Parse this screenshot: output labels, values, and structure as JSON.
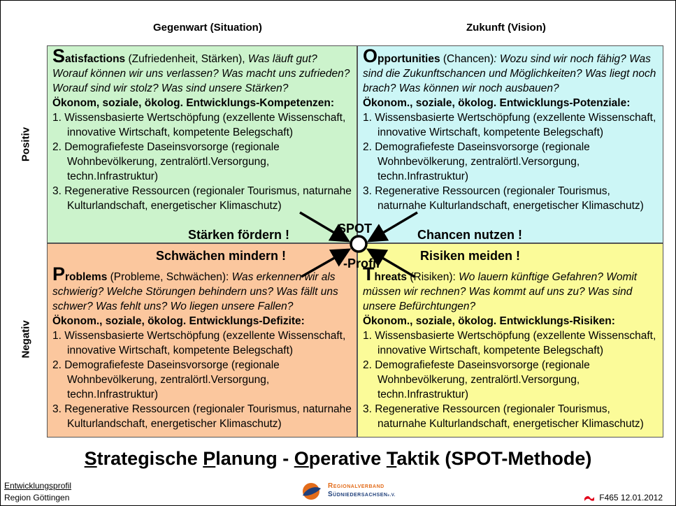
{
  "headers": {
    "left": "Gegenwart (Situation)",
    "right": "Zukunft (Vision)"
  },
  "axes": {
    "top": "Positiv",
    "bottom": "Negativ"
  },
  "satisfactions": {
    "letter": "S",
    "word_rest": "atisfactions",
    "paren": " (Zufriedenheit, Stärken), ",
    "questions": "Was läuft gut? Worauf können wir uns verlassen? Was macht uns zufrieden? Worauf sind wir stolz? Was sind unsere Stärken?",
    "heading": "Ökonom, soziale, ökolog. Entwicklungs-Kompetenzen:",
    "items": [
      "1. Wissensbasierte Wertschöpfung (exzellente Wissenschaft, innovative Wirtschaft, kompetente Belegschaft)",
      "2. Demografiefeste Daseinsvorsorge (regionale Wohnbevölkerung, zentralörtl.Versorgung, techn.Infrastruktur)",
      "3. Regenerative Ressourcen (regionaler Tourismus, naturnahe Kulturlandschaft, energetischer Klimaschutz)"
    ]
  },
  "opportunities": {
    "letter": "O",
    "word_rest": "pportunities",
    "paren": " (Chancen)",
    "questions": ": Wozu sind wir noch fähig? Was sind die Zukunftschancen und Möglichkeiten? Was liegt noch brach? Was können wir noch ausbauen?",
    "heading": "Ökonom., soziale, ökolog. Entwicklungs-Potenziale:",
    "items": [
      "1. Wissensbasierte Wertschöpfung (exzellente Wissenschaft, innovative Wirtschaft, kompetente Belegschaft)",
      "2. Demografiefeste Daseinsvorsorge (regionale Wohnbevölkerung, zentralörtl.Versorgung, techn.Infrastruktur)",
      "3. Regenerative Ressourcen (regionaler Tourismus, naturnahe Kulturlandschaft, energetischer Klimaschutz)"
    ]
  },
  "problems": {
    "letter": "P",
    "word_rest": "roblems",
    "paren": " (Probleme, Schwächen): ",
    "questions": "Was erkennen wir als schwierig? Welche Störungen behindern uns? Was fällt uns schwer? Was fehlt uns? Wo liegen unsere Fallen?",
    "heading": "Ökonom., soziale, ökolog. Entwicklungs-Defizite:",
    "items": [
      "1. Wissensbasierte Wertschöpfung (exzellente Wissenschaft, innovative Wirtschaft, kompetente Belegschaft)",
      "2. Demografiefeste Daseinsvorsorge (regionale Wohnbevölkerung, zentralörtl.Versorgung, techn.Infrastruktur)",
      "3. Regenerative Ressourcen (regionaler Tourismus, naturnahe Kulturlandschaft, energetischer Klimaschutz)"
    ]
  },
  "threats": {
    "letter": "T",
    "word_rest": "hreats",
    "paren": " (Risiken): ",
    "questions": "Wo lauern künftige Gefahren? Womit müssen wir rechnen? Was kommt auf uns zu? Was sind unsere Befürchtungen?",
    "heading": "Ökonom., soziale, ökolog. Entwicklungs-Risiken:",
    "items": [
      "1. Wissensbasierte Wertschöpfung (exzellente Wissenschaft, innovative Wirtschaft, kompetente Belegschaft)",
      "2. Demografiefeste Daseinsvorsorge (regionale Wohnbevölkerung, zentralörtl.Versorgung, techn.Infrastruktur)",
      "3. Regenerative Ressourcen (regionaler Tourismus, naturnahe Kulturlandschaft, energetischer Klimaschutz)"
    ]
  },
  "slogans": {
    "s": "Stärken fördern !",
    "o": "Chancen nutzen !",
    "p": "Schwächen mindern !",
    "t": "Risiken meiden !"
  },
  "center": {
    "top": "SPOT",
    "bottom": "-Profil"
  },
  "title": {
    "p1_u": "S",
    "p1": "trategische ",
    "p2_u": "P",
    "p2": "lanung - ",
    "p3_u": "O",
    "p3": "perative ",
    "p4_u": "T",
    "p4": "aktik (SPOT-Methode)"
  },
  "footer": {
    "left_line1": "Entwicklungsprofil",
    "left_line2": "Region Göttingen",
    "logo_line1": "Regionalverband",
    "logo_line2": "Südniedersachsen",
    "logo_suffix": "e.V.",
    "right": "F465  12.01.2012"
  },
  "colors": {
    "satisfactions": "#ccf3cc",
    "opportunities": "#ccf6f6",
    "problems": "#fbc79e",
    "threats": "#fbfb99",
    "logo_orange": "#e36c1a",
    "logo_blue": "#1f3f7a",
    "flag_red": "#e2001a"
  }
}
